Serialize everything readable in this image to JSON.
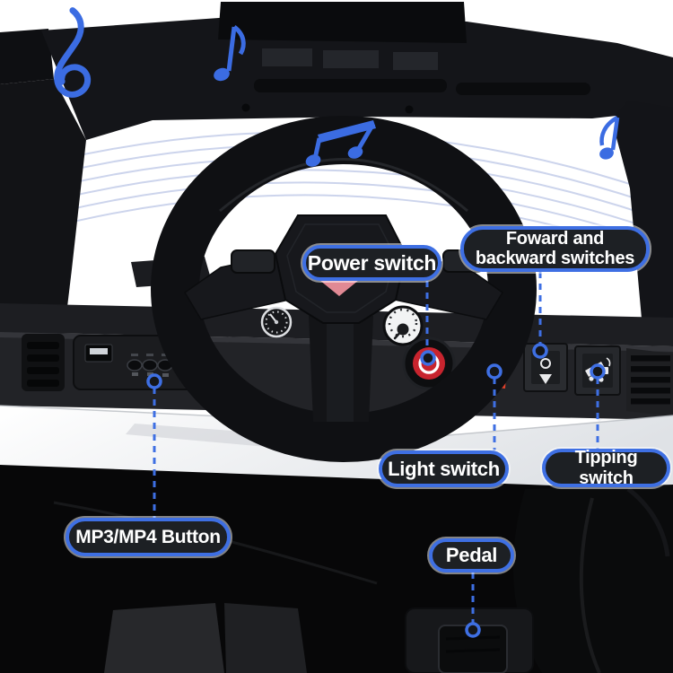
{
  "colors": {
    "accent_blue": "#3e6fe3",
    "note_blue": "#3b6ce2",
    "wave_blue": "#c3cde9",
    "callout_bg": "#1d2024",
    "callout_text": "#ffffff",
    "power_red": "#c8242e",
    "light_red": "#e0402a",
    "body_white": "#ffffff",
    "chassis_black": "#141518"
  },
  "callouts": [
    {
      "id": "power-switch",
      "label": "Power switch"
    },
    {
      "id": "forward-backward-switches",
      "label": "Foward and backward switches"
    },
    {
      "id": "light-switch",
      "label": "Light switch"
    },
    {
      "id": "tipping-switch",
      "label": "Tipping switch"
    },
    {
      "id": "mp3-mp4-button",
      "label": "MP3/MP4 Button"
    },
    {
      "id": "pedal",
      "label": "Pedal"
    }
  ],
  "decorations": {
    "music_icons": [
      "treble-clef-icon",
      "eighth-note-icon",
      "beamed-notes-icon",
      "eighth-note-icon"
    ],
    "sound_waves": true
  }
}
